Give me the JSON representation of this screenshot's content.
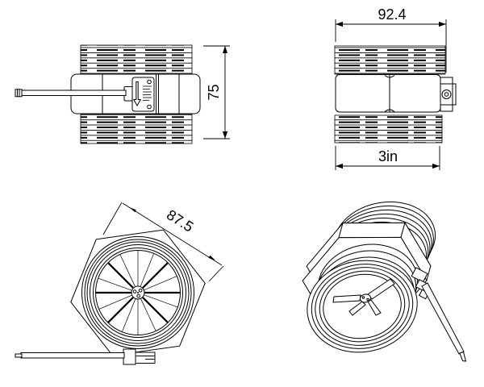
{
  "drawing": {
    "background_color": "#ffffff",
    "line_color": "#000000",
    "dimensions": {
      "body_height": "75",
      "overall_width": "92.4",
      "thread_size": "3in",
      "hex_across_flats": "87.5"
    }
  }
}
